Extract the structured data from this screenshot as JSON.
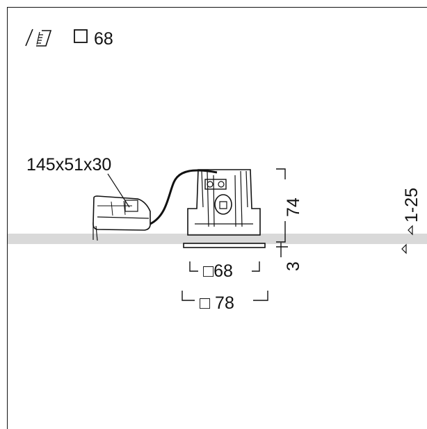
{
  "cutout": {
    "icon": "ceiling-cutout-icon",
    "square_symbol": "□",
    "size": "68"
  },
  "driver": {
    "label": "145x51x30"
  },
  "dimensions": {
    "inner_width": "□68",
    "outer_width": "□ 78",
    "height": "74",
    "flange": "3",
    "ceiling_thickness": "1-25"
  },
  "colors": {
    "line": "#111111",
    "ceiling_band": "#d9d9d9"
  }
}
